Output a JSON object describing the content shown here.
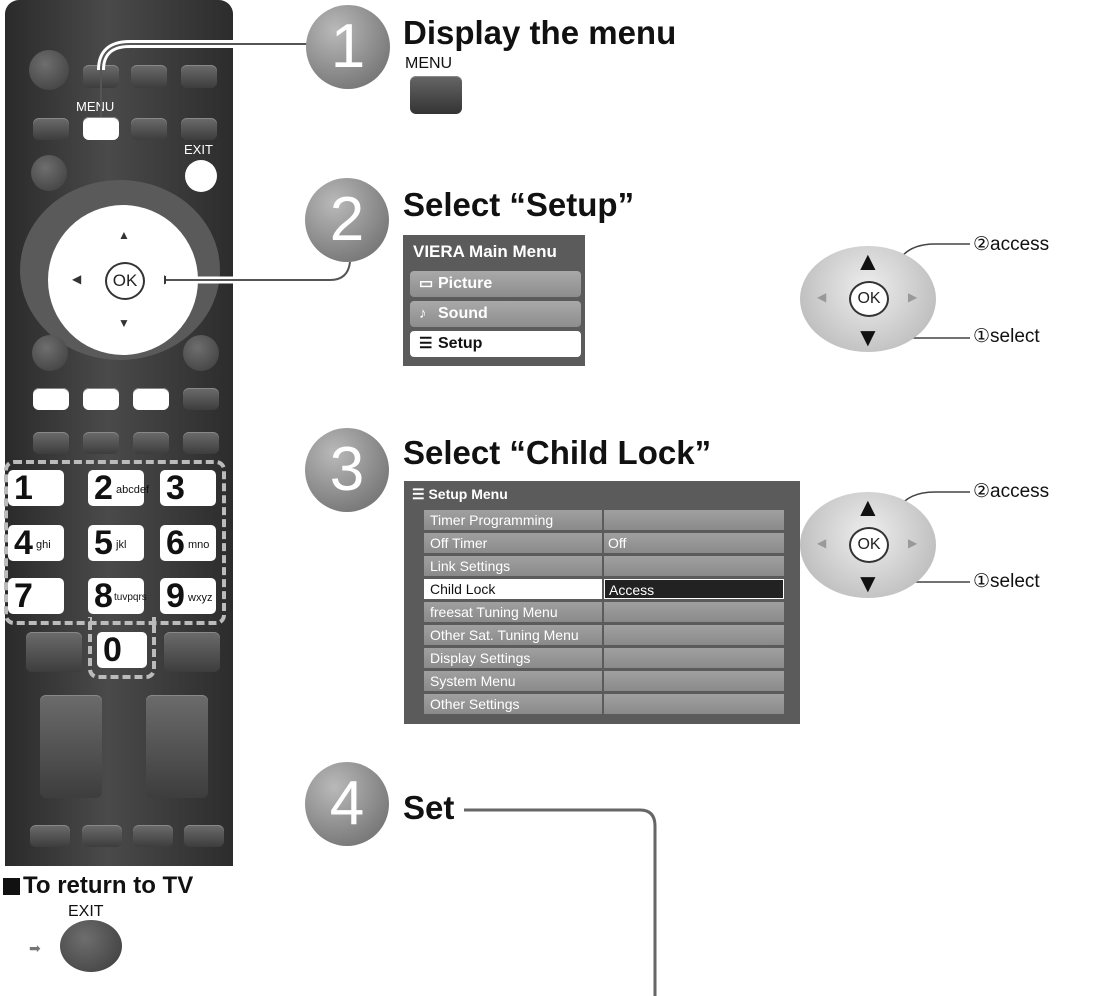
{
  "remote": {
    "menu_label": "MENU",
    "exit_label": "EXIT",
    "ok_label": "OK",
    "keys": [
      {
        "num": "1",
        "letters": ""
      },
      {
        "num": "2",
        "letters": "abcdef"
      },
      {
        "num": "3",
        "letters": ""
      },
      {
        "num": "4",
        "letters": "ghi"
      },
      {
        "num": "5",
        "letters": "jkl"
      },
      {
        "num": "6",
        "letters": "mno"
      },
      {
        "num": "7",
        "letters": ""
      },
      {
        "num": "8",
        "letters": "tuvpqrs"
      },
      {
        "num": "9",
        "letters": "wxyz"
      },
      {
        "num": "0",
        "letters": ""
      }
    ]
  },
  "return_section": {
    "title": "To return to TV",
    "exit_label": "EXIT"
  },
  "steps": [
    {
      "number": "1",
      "title": "Display the menu",
      "key_label": "MENU"
    },
    {
      "number": "2",
      "title": "Select “Setup”"
    },
    {
      "number": "3",
      "title": "Select “Child Lock”"
    },
    {
      "number": "4",
      "title": "Set"
    }
  ],
  "main_menu": {
    "title": "VIERA Main Menu",
    "items": [
      "Picture",
      "Sound",
      "Setup"
    ],
    "selected": "Setup"
  },
  "setup_menu": {
    "title": "Setup Menu",
    "items": [
      {
        "label": "Timer Programming",
        "value": ""
      },
      {
        "label": "Off Timer",
        "value": "Off"
      },
      {
        "label": "Link Settings",
        "value": ""
      },
      {
        "label": "Child Lock",
        "value": "Access"
      },
      {
        "label": "freesat Tuning Menu",
        "value": ""
      },
      {
        "label": "Other Sat. Tuning Menu",
        "value": ""
      },
      {
        "label": "Display Settings",
        "value": ""
      },
      {
        "label": "System Menu",
        "value": ""
      },
      {
        "label": "Other Settings",
        "value": ""
      }
    ],
    "selected": "Child Lock"
  },
  "nav_diagrams": [
    {
      "ok_label": "OK",
      "access_label": "②access",
      "select_label": "①select"
    },
    {
      "ok_label": "OK",
      "access_label": "②access",
      "select_label": "①select"
    }
  ]
}
